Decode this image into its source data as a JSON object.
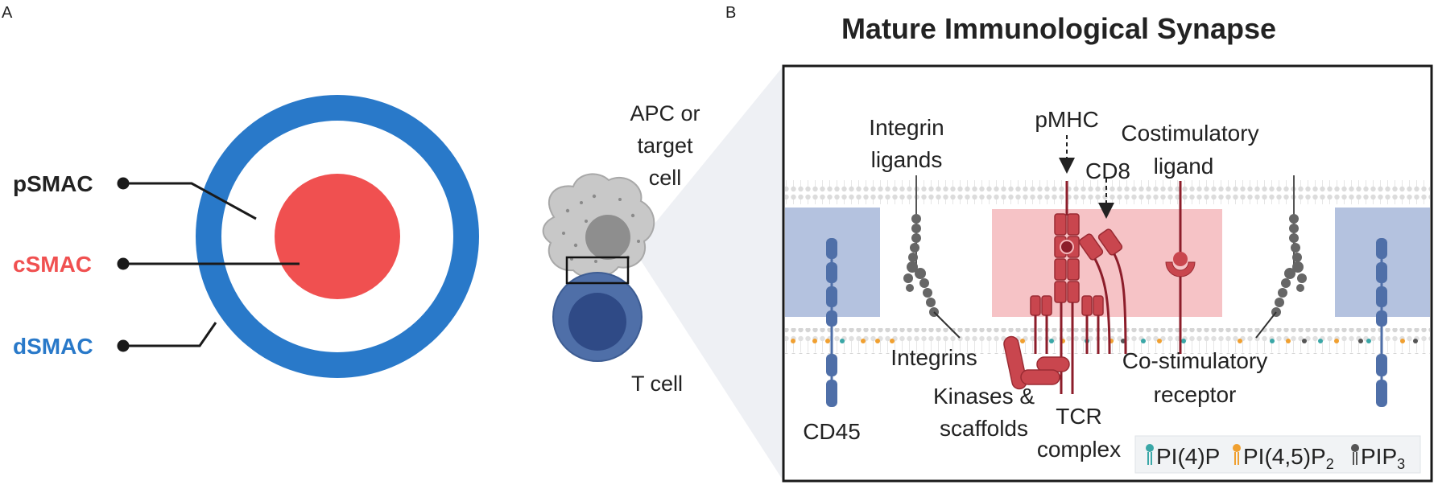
{
  "panels": {
    "a": "A",
    "b": "B"
  },
  "smac": {
    "p": {
      "label": "pSMAC"
    },
    "c": {
      "label": "cSMAC"
    },
    "d": {
      "label": "dSMAC"
    }
  },
  "cells": {
    "apc": [
      "APC or",
      "target",
      "cell"
    ],
    "t": "T cell"
  },
  "synapse": {
    "title": "Mature Immunological Synapse",
    "labels": {
      "integrin_ligands": [
        "Integrin",
        "ligands"
      ],
      "pmhc": "pMHC",
      "costim_ligand": [
        "Costimulatory",
        "ligand"
      ],
      "cd8": "CD8",
      "cd45": "CD45",
      "integrins": "Integrins",
      "kinases": [
        "Kinases &",
        "scaffolds"
      ],
      "tcr": [
        "TCR",
        "complex"
      ],
      "costim_receptor": [
        "Co-stimulatory",
        "receptor"
      ]
    },
    "legend": [
      {
        "text": "PI(4)P",
        "sub": "",
        "icon": "lipid-pi4p-icon"
      },
      {
        "text": "PI(4,5)P",
        "sub": "2",
        "icon": "lipid-pi45p2-icon"
      },
      {
        "text": "PIP",
        "sub": "3",
        "icon": "lipid-pip3-icon"
      }
    ]
  },
  "colors": {
    "csmac": "#f05050",
    "dsmac": "#2979c9",
    "psmac_text": "#111111",
    "receptor": "#c9464e",
    "cd45": "#4f6fa8",
    "integrin": "#666666",
    "pink_zone": "#f6c3c6",
    "blue_zone": "#b4c2df",
    "lipid_pi4p": "#3aa7a7",
    "lipid_pi45p2": "#f0a030",
    "lipid_pip3": "#555555"
  }
}
